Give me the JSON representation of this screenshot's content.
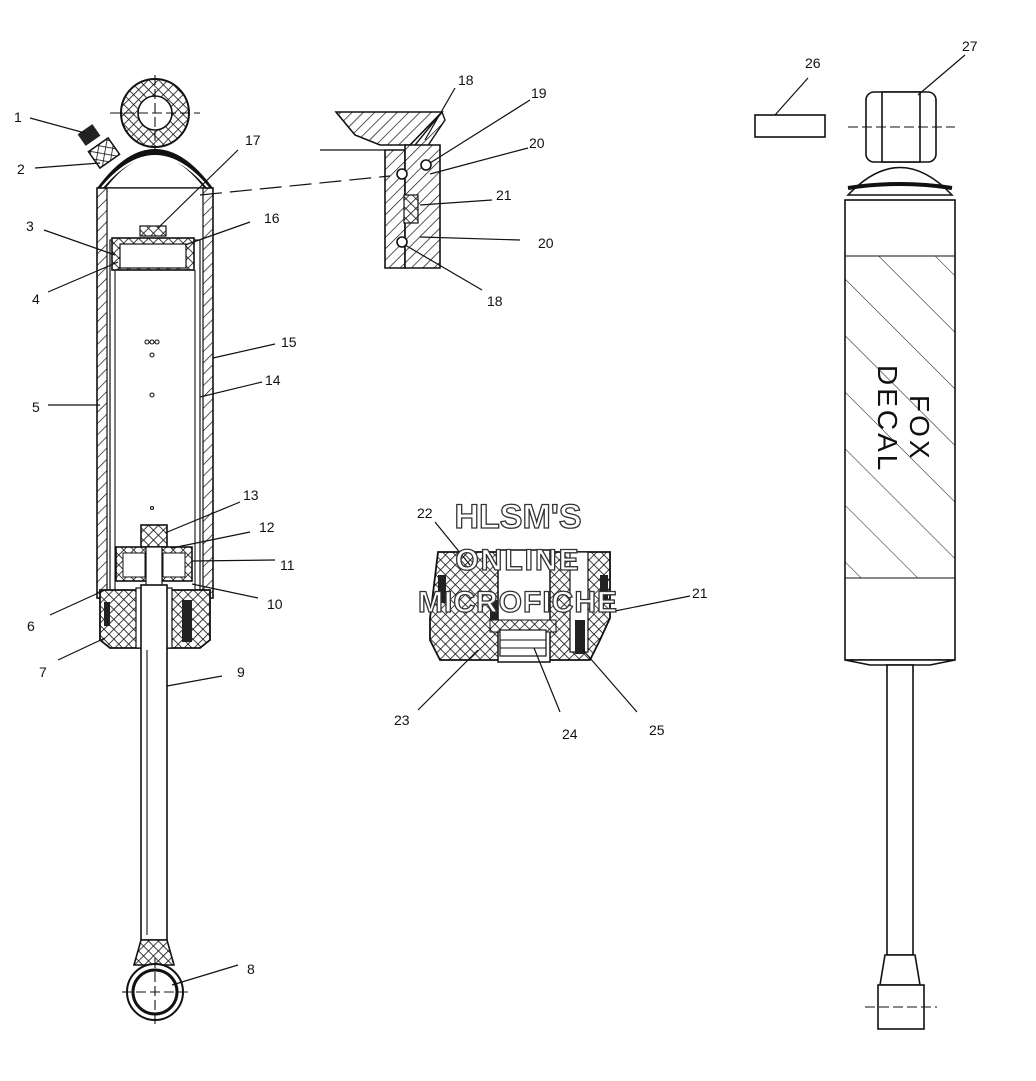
{
  "watermark": {
    "line1": "HLSM'S",
    "line2": "ONLINE",
    "line3": "MICROFICHE"
  },
  "decal_text": {
    "line1": "FOX",
    "line2": "DECAL"
  },
  "callouts": [
    {
      "id": "c1",
      "text": "1"
    },
    {
      "id": "c2",
      "text": "2"
    },
    {
      "id": "c3",
      "text": "3"
    },
    {
      "id": "c4",
      "text": "4"
    },
    {
      "id": "c5",
      "text": "5"
    },
    {
      "id": "c6",
      "text": "6"
    },
    {
      "id": "c7",
      "text": "7"
    },
    {
      "id": "c8",
      "text": "8"
    },
    {
      "id": "c9",
      "text": "9"
    },
    {
      "id": "c10",
      "text": "10"
    },
    {
      "id": "c11",
      "text": "11"
    },
    {
      "id": "c12",
      "text": "12"
    },
    {
      "id": "c13",
      "text": "13"
    },
    {
      "id": "c14",
      "text": "14"
    },
    {
      "id": "c15",
      "text": "15"
    },
    {
      "id": "c16",
      "text": "16"
    },
    {
      "id": "c17",
      "text": "17"
    },
    {
      "id": "c18a",
      "text": "18"
    },
    {
      "id": "c19",
      "text": "19"
    },
    {
      "id": "c20a",
      "text": "20"
    },
    {
      "id": "c21a",
      "text": "21"
    },
    {
      "id": "c20b",
      "text": "20"
    },
    {
      "id": "c18b",
      "text": "18"
    },
    {
      "id": "c22",
      "text": "22"
    },
    {
      "id": "c21b",
      "text": "21"
    },
    {
      "id": "c23",
      "text": "23"
    },
    {
      "id": "c24",
      "text": "24"
    },
    {
      "id": "c25",
      "text": "25"
    },
    {
      "id": "c26",
      "text": "26"
    },
    {
      "id": "c27",
      "text": "27"
    }
  ]
}
